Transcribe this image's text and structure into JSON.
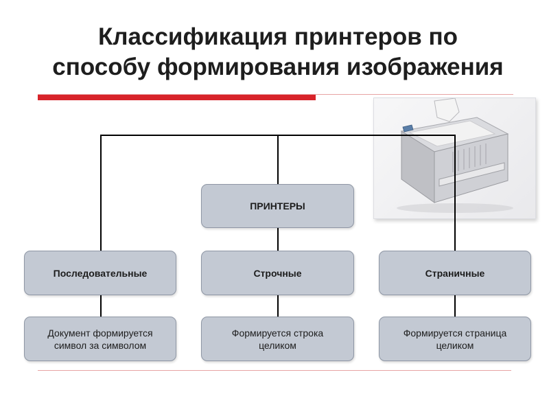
{
  "title": {
    "line1": "Классификация принтеров по",
    "line2": "способу формирования изображения"
  },
  "diagram": {
    "root": "ПРИНТЕРЫ",
    "categories": [
      {
        "label": "Последовательные",
        "description": [
          "Документ формируется",
          "символ за символом"
        ]
      },
      {
        "label": "Строчные",
        "description": [
          "Формируется строка",
          "целиком"
        ]
      },
      {
        "label": "Страничные",
        "description": [
          "Формируется страница",
          "целиком"
        ]
      }
    ]
  },
  "image": {
    "icon": "laser-printer-icon"
  },
  "colors": {
    "box_fill": "#c3c9d3",
    "box_border": "#8e96a4",
    "accent_red": "#d8232a",
    "connector": "#000000"
  }
}
